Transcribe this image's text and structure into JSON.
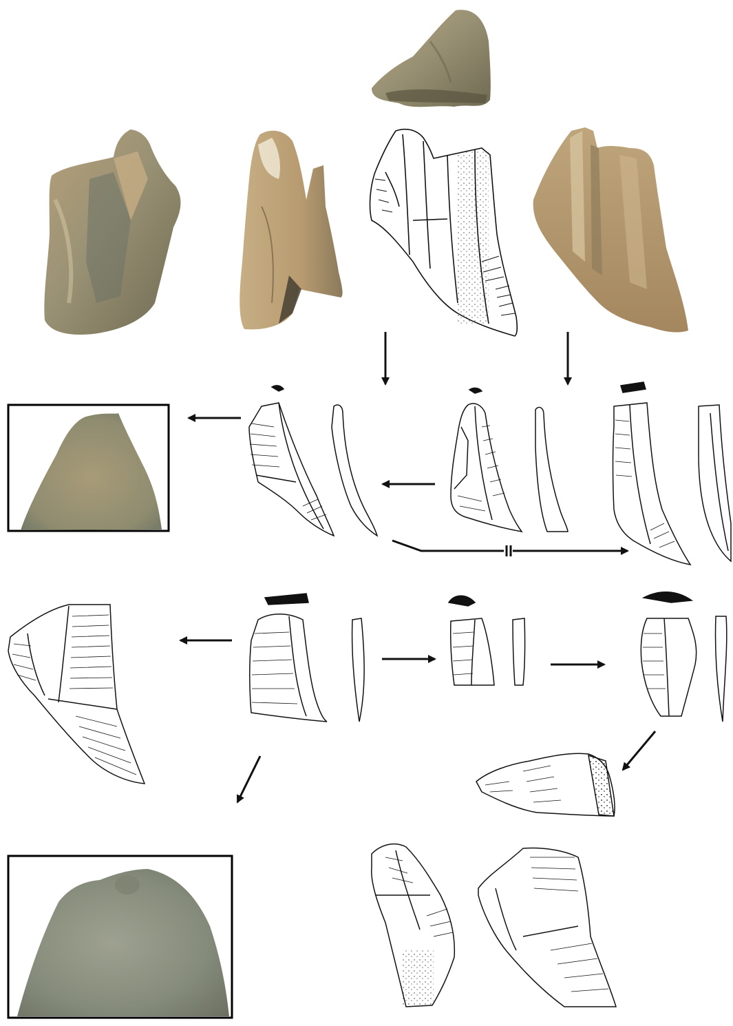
{
  "plate": {
    "colors": {
      "background": "#ffffff",
      "ink": "#111111",
      "flint_light": "#c9b48f",
      "flint_mid": "#a89670",
      "flint_dark": "#7d7458",
      "flint_grey": "#8e8f7a",
      "cortex": "#d8cdb0"
    },
    "photographs": [
      {
        "name": "core-photo-top-view"
      },
      {
        "name": "core-photo-face-a"
      },
      {
        "name": "core-photo-profile"
      },
      {
        "name": "core-photo-face-b"
      },
      {
        "name": "bladelet-tip-detail-photo"
      },
      {
        "name": "blade-tip-detail-photo"
      }
    ],
    "drawings": [
      {
        "name": "core-drawing-main"
      },
      {
        "name": "bladelet-1-drawing"
      },
      {
        "name": "bladelet-2-drawing"
      },
      {
        "name": "bladelet-3-drawing"
      },
      {
        "name": "blade-4-drawing"
      },
      {
        "name": "bladelet-5-drawing"
      },
      {
        "name": "bladelet-6-drawing"
      },
      {
        "name": "refit-drawing-left"
      },
      {
        "name": "core-tablet-drawing"
      },
      {
        "name": "core-remnant-drawing-a"
      },
      {
        "name": "core-remnant-drawing-b"
      }
    ],
    "arrows": [
      {
        "name": "arrow-core-to-bladelet-1"
      },
      {
        "name": "arrow-core-to-bladelet-2"
      },
      {
        "name": "arrow-bladelet-1-to-photo"
      },
      {
        "name": "arrow-bladelet-2-to-bladelet-1"
      },
      {
        "name": "arrow-broken-to-bladelet-3"
      },
      {
        "name": "arrow-blade-4-to-refit"
      },
      {
        "name": "arrow-blade-4-to-bladelet-5"
      },
      {
        "name": "arrow-bladelet-5-to-bladelet-6"
      },
      {
        "name": "arrow-blade-4-to-detail"
      },
      {
        "name": "arrow-bladelet-6-to-tablet"
      }
    ]
  }
}
